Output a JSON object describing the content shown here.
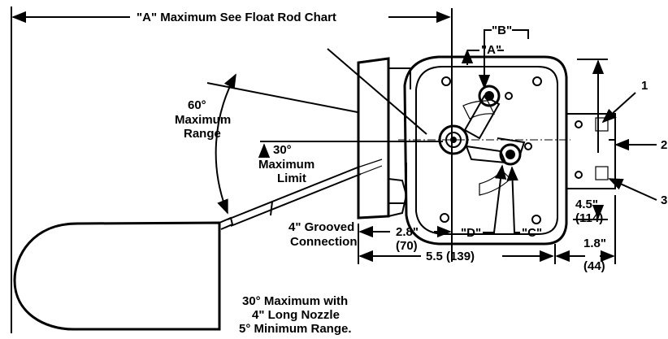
{
  "labels": {
    "a_max": "\"A\" Maximum See Float Rod Chart",
    "range_line1": "60°",
    "range_line2": "Maximum",
    "range_line3": "Range",
    "limit_line1": "30°",
    "limit_line2": "Maximum",
    "limit_line3": "Limit",
    "conn_line1": "4\" Grooved",
    "conn_line2": "Connection",
    "note_line1": "30° Maximum with",
    "note_line2": "4\" Long Nozzle",
    "note_line3": "5° Minimum Range.",
    "callout_a": "\"A\"",
    "callout_b": "\"B\"",
    "callout_c": "\"C\"",
    "callout_d": "\"D\"",
    "item_1": "1",
    "item_2": "2",
    "item_3": "3"
  },
  "dimensions": {
    "d28_in": "2.8\"",
    "d28_mm": "(70)",
    "d55": "5.5 (139)",
    "d18_in": "1.8\"",
    "d18_mm": "(44)",
    "d45_in": "4.5\"",
    "d45_mm": "(114)"
  }
}
